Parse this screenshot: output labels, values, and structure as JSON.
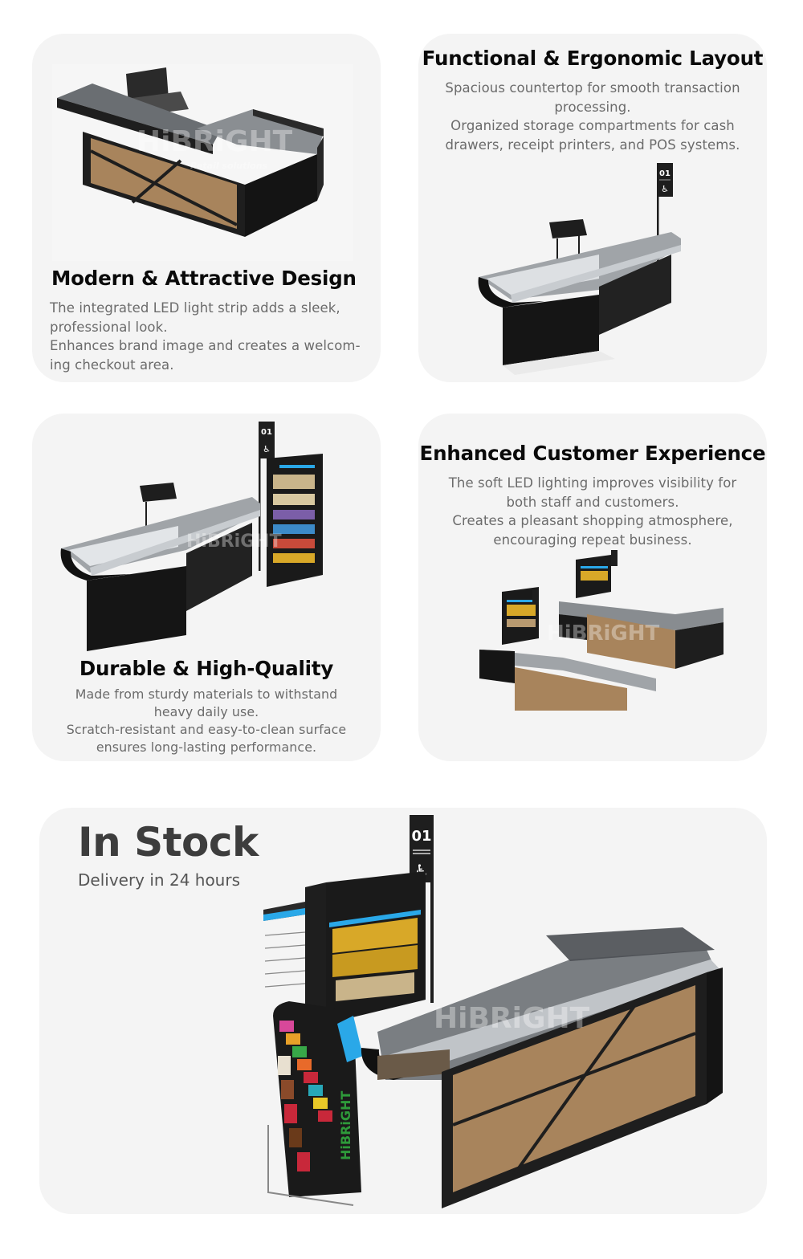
{
  "features": [
    {
      "title": "Modern & Attractive Design",
      "lines": [
        "The integrated LED light strip adds a sleek,",
        "professional look.",
        "Enhances brand image and creates a welcom-",
        "ing checkout area."
      ],
      "image": "checkout-counter-wood-panel"
    },
    {
      "title": "Functional & Ergonomic Layout",
      "lines": [
        "Spacious countertop for smooth transaction",
        "processing.",
        "Organized storage compartments for cash",
        "drawers, receipt printers, and POS systems."
      ],
      "image": "checkout-counter-with-lane-sign"
    },
    {
      "title": "Durable & High-Quality",
      "lines": [
        "Made from sturdy materials to withstand",
        "heavy daily use.",
        "Scratch-resistant and easy-to-clean surface",
        "ensures long-lasting performance."
      ],
      "image": "checkout-counter-with-snack-rack"
    },
    {
      "title": "Enhanced Customer Experience",
      "lines": [
        "The soft LED lighting improves visibility for",
        "both staff and customers.",
        "Creates a pleasant shopping atmosphere,",
        "encouraging repeat business."
      ],
      "image": "two-checkout-counters"
    }
  ],
  "stock": {
    "title": "In Stock",
    "subtitle": "Delivery in 24 hours",
    "image": "checkout-counter-full-setup"
  },
  "signage": {
    "lane_number": "01",
    "icon": "wheelchair-accessible-icon"
  },
  "watermark": {
    "brand": "HiBRiGHT",
    "tagline": "Retail solutions"
  },
  "colors": {
    "card_bg": "#f4f4f4",
    "title": "#0a0a0a",
    "body_text": "#6b6b6b",
    "stock_title": "#3d3d3d",
    "counter_black": "#1e1e1e",
    "steel": "#b8bcc0",
    "wood": "#a8845c",
    "led_blue": "#2aa8e8",
    "brand_green": "#2e9a3a"
  }
}
